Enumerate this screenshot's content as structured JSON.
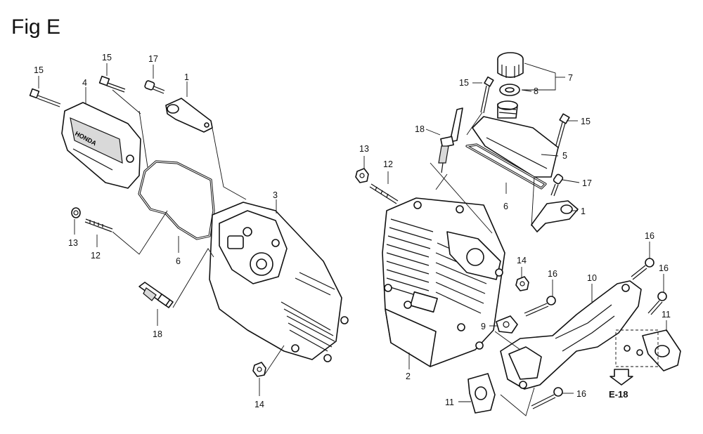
{
  "figure": {
    "title": "Fig E",
    "brand_mark": "HONDA",
    "reference": "E-18"
  },
  "callouts": [
    {
      "id": "c15a",
      "text": "15"
    },
    {
      "id": "c4",
      "text": "4"
    },
    {
      "id": "c15b",
      "text": "15"
    },
    {
      "id": "c17a",
      "text": "17"
    },
    {
      "id": "c1a",
      "text": "1"
    },
    {
      "id": "c13a",
      "text": "13"
    },
    {
      "id": "c12a",
      "text": "12"
    },
    {
      "id": "c6a",
      "text": "6"
    },
    {
      "id": "c3",
      "text": "3"
    },
    {
      "id": "c18a",
      "text": "18"
    },
    {
      "id": "c14a",
      "text": "14"
    },
    {
      "id": "c15c",
      "text": "15"
    },
    {
      "id": "c18b",
      "text": "18"
    },
    {
      "id": "c7",
      "text": "7"
    },
    {
      "id": "c8",
      "text": "8"
    },
    {
      "id": "c15d",
      "text": "15"
    },
    {
      "id": "c5",
      "text": "5"
    },
    {
      "id": "c13b",
      "text": "13"
    },
    {
      "id": "c12b",
      "text": "12"
    },
    {
      "id": "c6b",
      "text": "6"
    },
    {
      "id": "c17b",
      "text": "17"
    },
    {
      "id": "c1b",
      "text": "1"
    },
    {
      "id": "c14b",
      "text": "14"
    },
    {
      "id": "c16a",
      "text": "16"
    },
    {
      "id": "c16b",
      "text": "16"
    },
    {
      "id": "c16c",
      "text": "16"
    },
    {
      "id": "c10",
      "text": "10"
    },
    {
      "id": "c9",
      "text": "9"
    },
    {
      "id": "c11a",
      "text": "11"
    },
    {
      "id": "c2",
      "text": "2"
    },
    {
      "id": "c11b",
      "text": "11"
    },
    {
      "id": "c16d",
      "text": "16"
    }
  ]
}
